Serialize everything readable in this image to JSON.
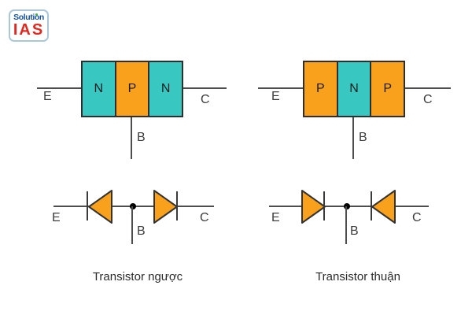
{
  "logo": {
    "line1": "Solution",
    "line2": "IAS"
  },
  "npn": {
    "layers": [
      "N",
      "P",
      "N"
    ],
    "emitter": "E",
    "base": "B",
    "collector": "C",
    "equivalent": {
      "emitter": "E",
      "base": "B",
      "collector": "C"
    },
    "caption": "Transistor ngược"
  },
  "pnp": {
    "layers": [
      "P",
      "N",
      "P"
    ],
    "emitter": "E",
    "base": "B",
    "collector": "C",
    "equivalent": {
      "emitter": "E",
      "base": "B",
      "collector": "C"
    },
    "caption": "Transistor thuận"
  },
  "colors": {
    "n_block": "#39C7C1",
    "p_block": "#F9A01C",
    "wire": "#4d4d4d",
    "block_outline": "#2e2e2e",
    "logo_blue": "#17549E",
    "logo_red": "#DE2920",
    "logo_green": "#3DAE49"
  }
}
